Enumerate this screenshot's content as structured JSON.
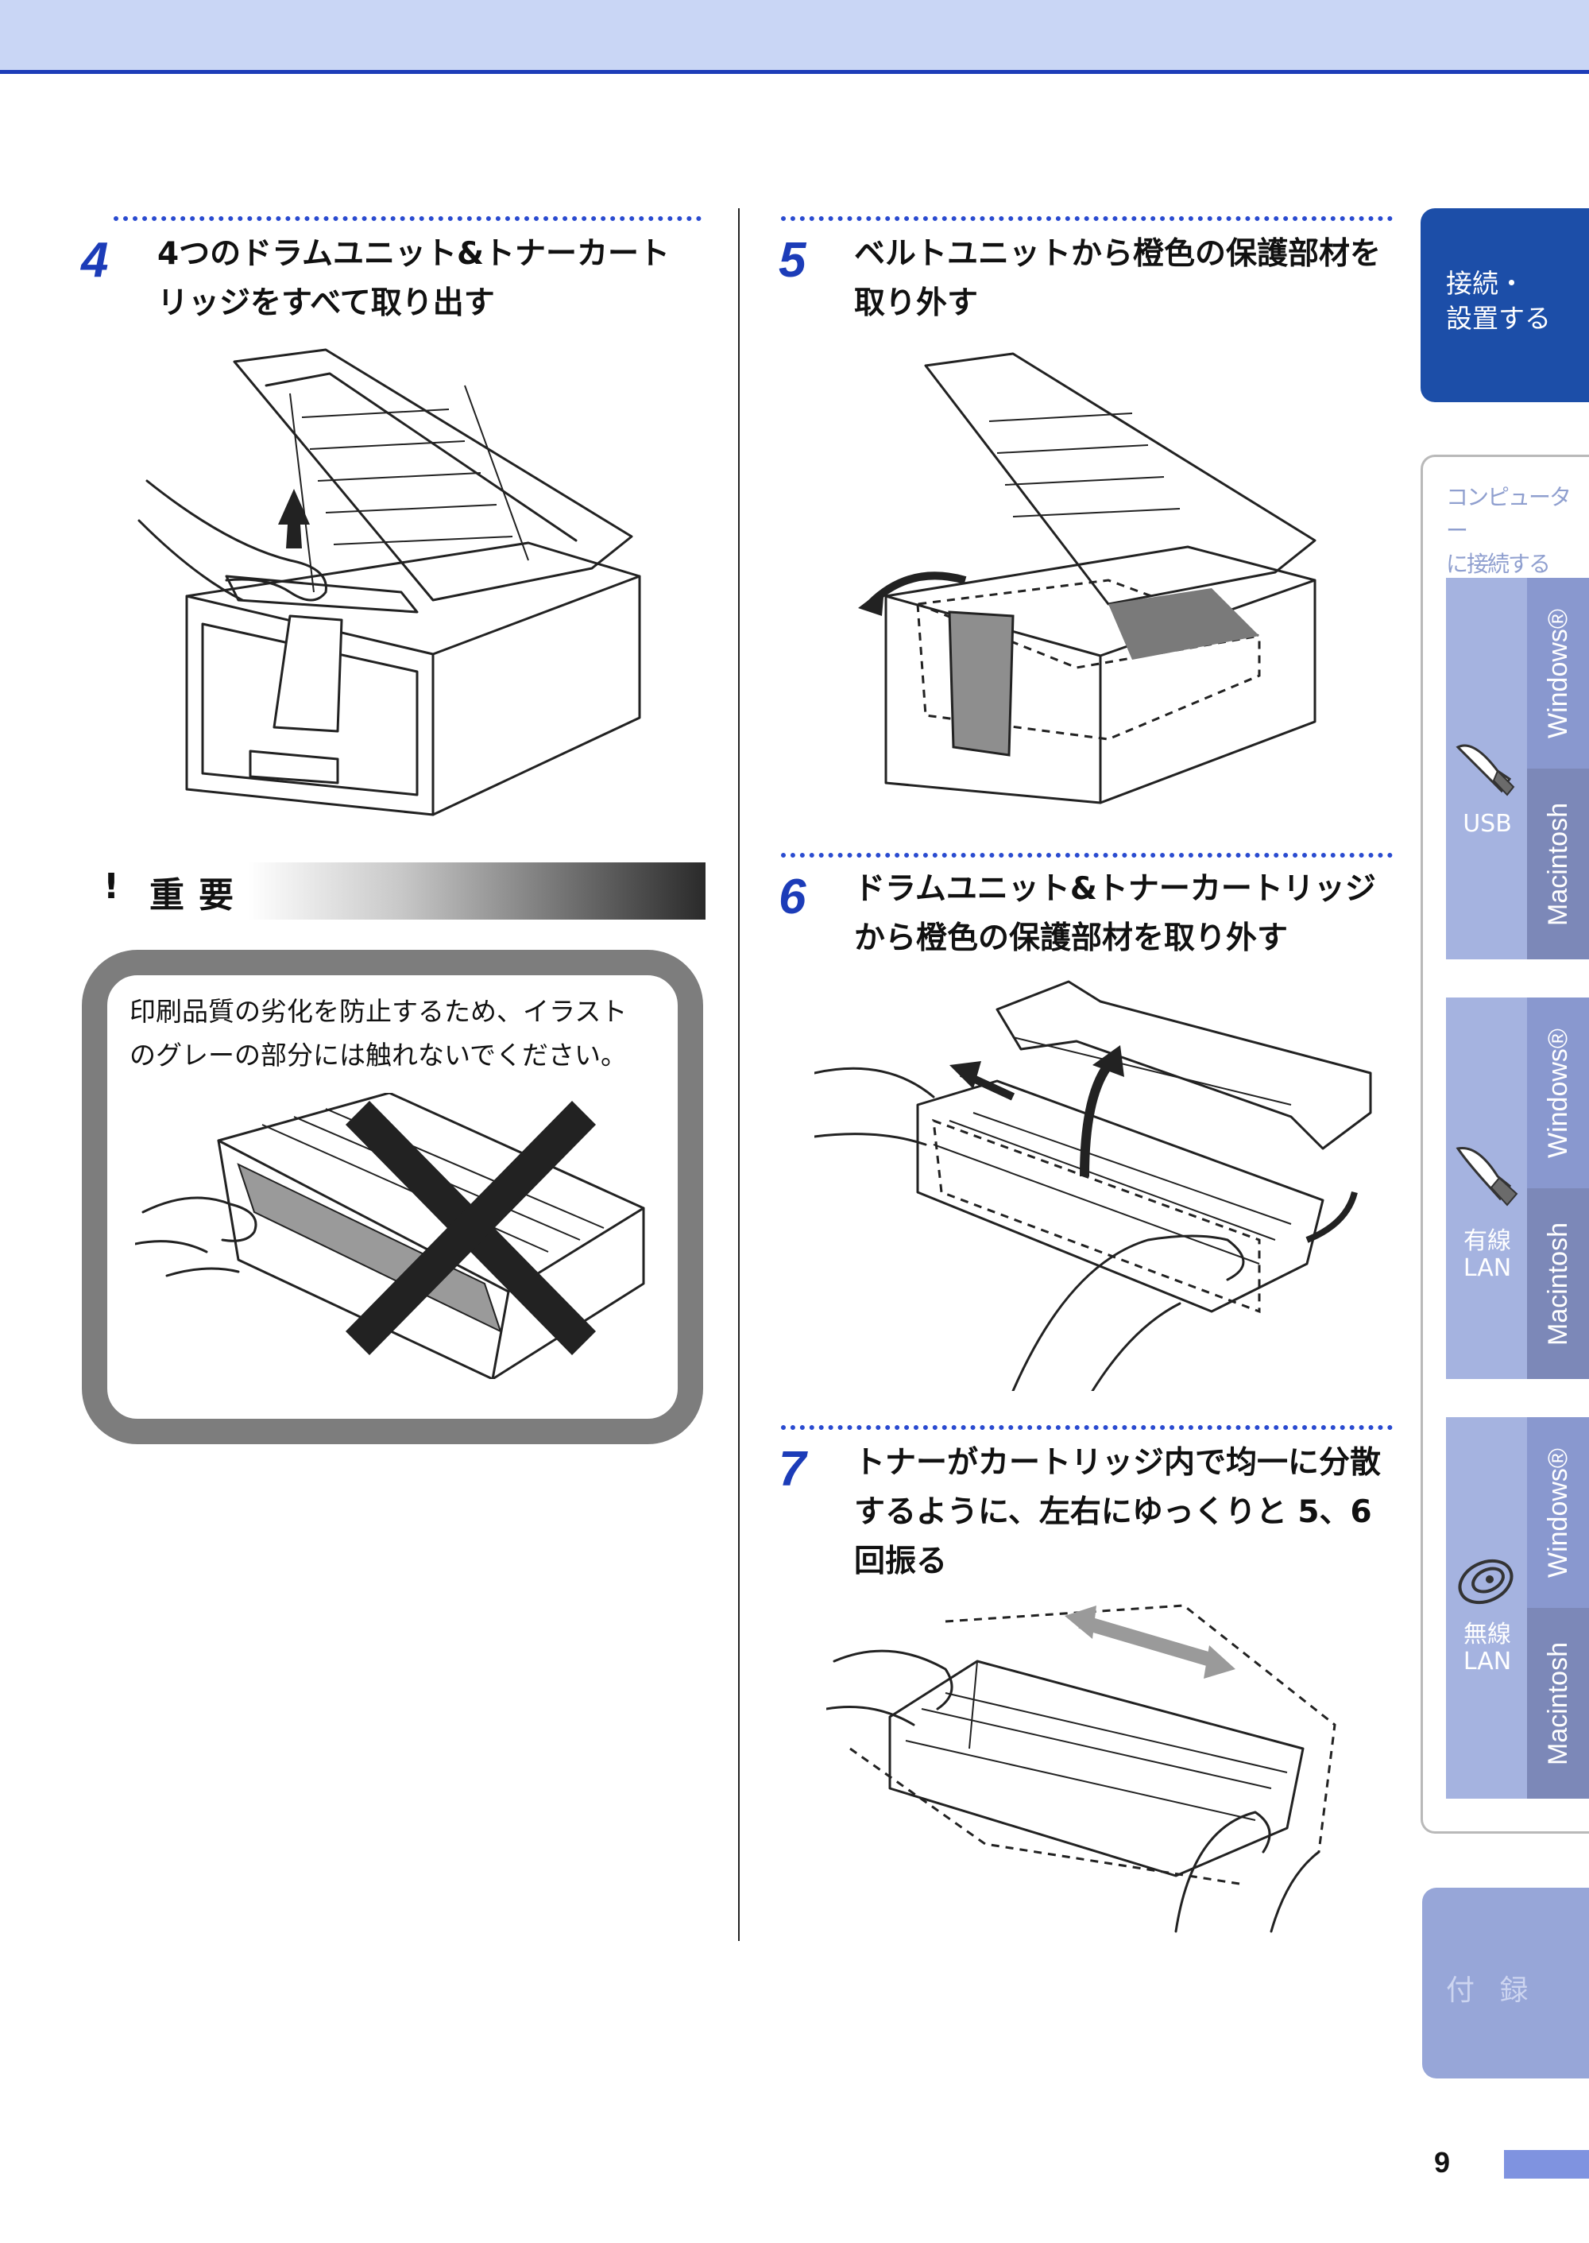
{
  "steps": [
    {
      "number": "4",
      "text": "4つのドラムユニット&トナーカート\nリッジをすべて取り出す"
    },
    {
      "number": "5",
      "text": "ベルトユニットから橙色の保護部材を\n取り外す"
    },
    {
      "number": "6",
      "text": "ドラムユニット&トナーカートリッジ\nから橙色の保護部材を取り外す"
    },
    {
      "number": "7",
      "text": "トナーがカートリッジ内で均一に分散\nするように、左右にゆっくりと 5、6\n回振る"
    }
  ],
  "important": {
    "mark": "!",
    "label": "重要",
    "text": "印刷品質の劣化を防止するため、イラスト\nのグレーの部分には触れないでください。"
  },
  "side_tabs": {
    "setup": "接続・\n設置する",
    "computer": "コンピューター\nに接続する",
    "connections": [
      {
        "label": "USB",
        "icon": "usb-cable-icon",
        "os": [
          "Windows®",
          "Macintosh"
        ]
      },
      {
        "label": "有線\nLAN",
        "icon": "lan-cable-icon",
        "os": [
          "Windows®",
          "Macintosh"
        ]
      },
      {
        "label": "無線\nLAN",
        "icon": "wireless-icon",
        "os": [
          "Windows®",
          "Macintosh"
        ]
      }
    ],
    "appendix": "付 録"
  },
  "page_number": "9",
  "colors": {
    "header_band": "#c9d6f5",
    "accent_blue": "#1c3cb8",
    "setup_tab": "#1c4ea8",
    "side_panel": "#a5b3e0",
    "warning_frame": "#7d7d7d"
  }
}
